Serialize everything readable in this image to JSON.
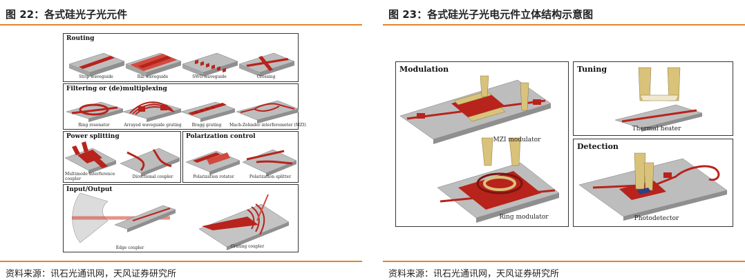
{
  "left_figure": {
    "title": "图 22：各式硅光子光元件",
    "source": "资料来源：讯石光通讯网，天风证券研究所",
    "panels": {
      "routing": {
        "title": "Routing",
        "captions": [
          "Strip waveguide",
          "Rib waveguide",
          "SWG waveguide",
          "Crossing"
        ]
      },
      "filtering": {
        "title": "Filtering or (de)multiplexing",
        "captions": [
          "Ring resonator",
          "Arrayed waveguide grating",
          "Bragg grating",
          "Mach-Zehnder interferometer (MZI)"
        ]
      },
      "power_splitting": {
        "title": "Power splitting",
        "captions": [
          "Multimode interference coupler",
          "Directional coupler"
        ]
      },
      "polarization": {
        "title": "Polarization control",
        "captions": [
          "Polarization rotator",
          "Polarization splitter"
        ]
      },
      "io": {
        "title": "Input/Output",
        "captions": [
          "Edge coupler",
          "Grating coupler"
        ]
      }
    }
  },
  "right_figure": {
    "title": "图 23：各式硅光子光电元件立体结构示意图",
    "source": "资料来源：讯石光通讯网，天风证券研究所",
    "panels": {
      "modulation": {
        "title": "Modulation",
        "captions": [
          "MZI modulator",
          "Ring modulator"
        ]
      },
      "tuning": {
        "title": "Tuning",
        "captions": [
          "Thermal heater"
        ]
      },
      "detection": {
        "title": "Detection",
        "captions": [
          "Photodetector"
        ]
      }
    }
  },
  "colors": {
    "accent_rule": "#e4832d",
    "waveguide_red": "#b8231c",
    "slab_gray": "#b9b9b9",
    "gold_electrode": "#d9c27a"
  }
}
